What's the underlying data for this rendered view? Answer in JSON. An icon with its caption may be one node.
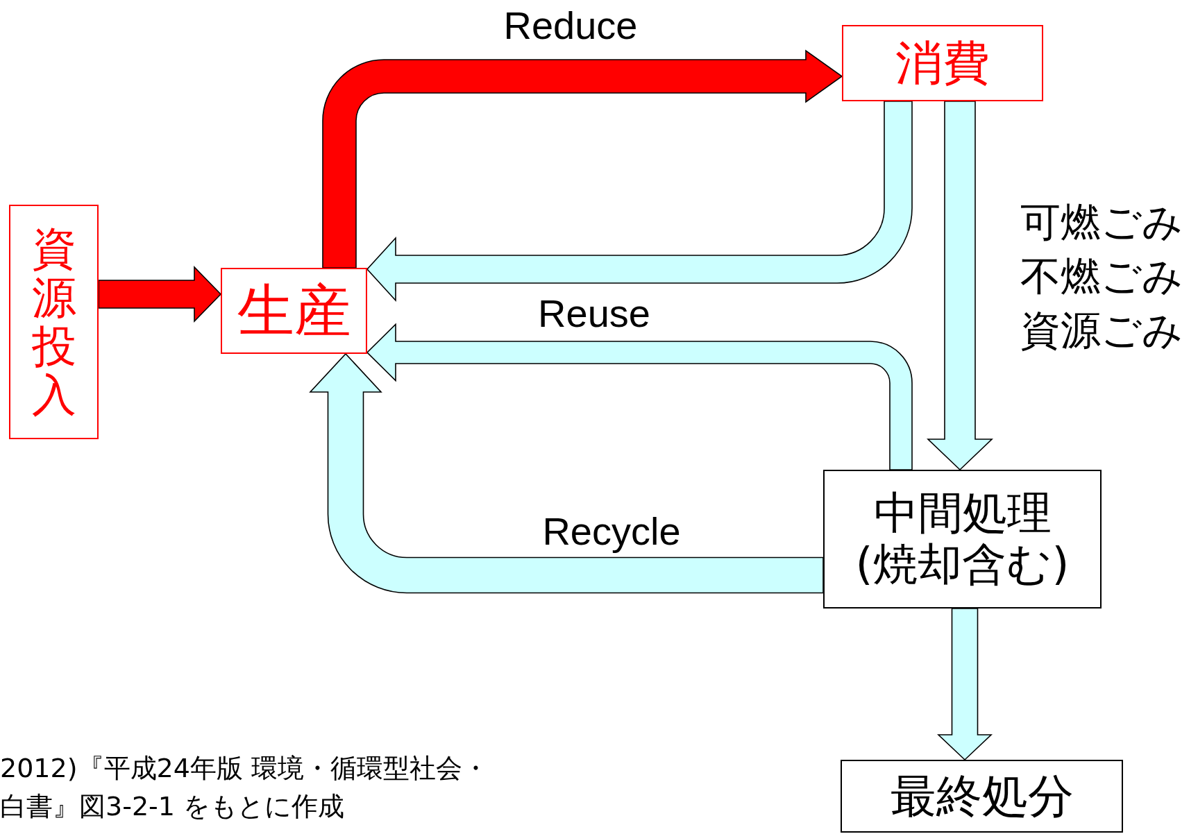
{
  "diagram": {
    "caption": "2012)『平成24年版 環境・循環型社会・白書』図3-2-1 をもとに作成",
    "nodes": [
      {
        "text": [
          "資源投入"
        ]
      },
      {
        "text": [
          "生産"
        ]
      },
      {
        "text": [
          "消費"
        ]
      },
      {
        "text": [
          "中間処理(焼却含む)"
        ]
      },
      {
        "text": [
          "最終処分"
        ]
      }
    ],
    "edges": [
      {
        "from": 0,
        "to": 1,
        "arrow": "to",
        "color": "#ff0000"
      },
      {
        "from": 1,
        "to": 2,
        "arrow": "to",
        "label": "Reduce",
        "color": "#ff0000"
      },
      {
        "from": 2,
        "to": 1,
        "arrow": "to"
      },
      {
        "from": 2,
        "to": 3,
        "arrow": "to"
      },
      {
        "from": 3,
        "to": 1,
        "arrow": "to",
        "label": "Reuse"
      },
      {
        "from": 3,
        "to": 1,
        "arrow": "to",
        "label": "Recycle"
      },
      {
        "from": 3,
        "to": 4,
        "arrow": "to"
      }
    ],
    "labels": [
      "可燃ごみ",
      "不燃ごみ",
      "資源ごみ"
    ]
  }
}
